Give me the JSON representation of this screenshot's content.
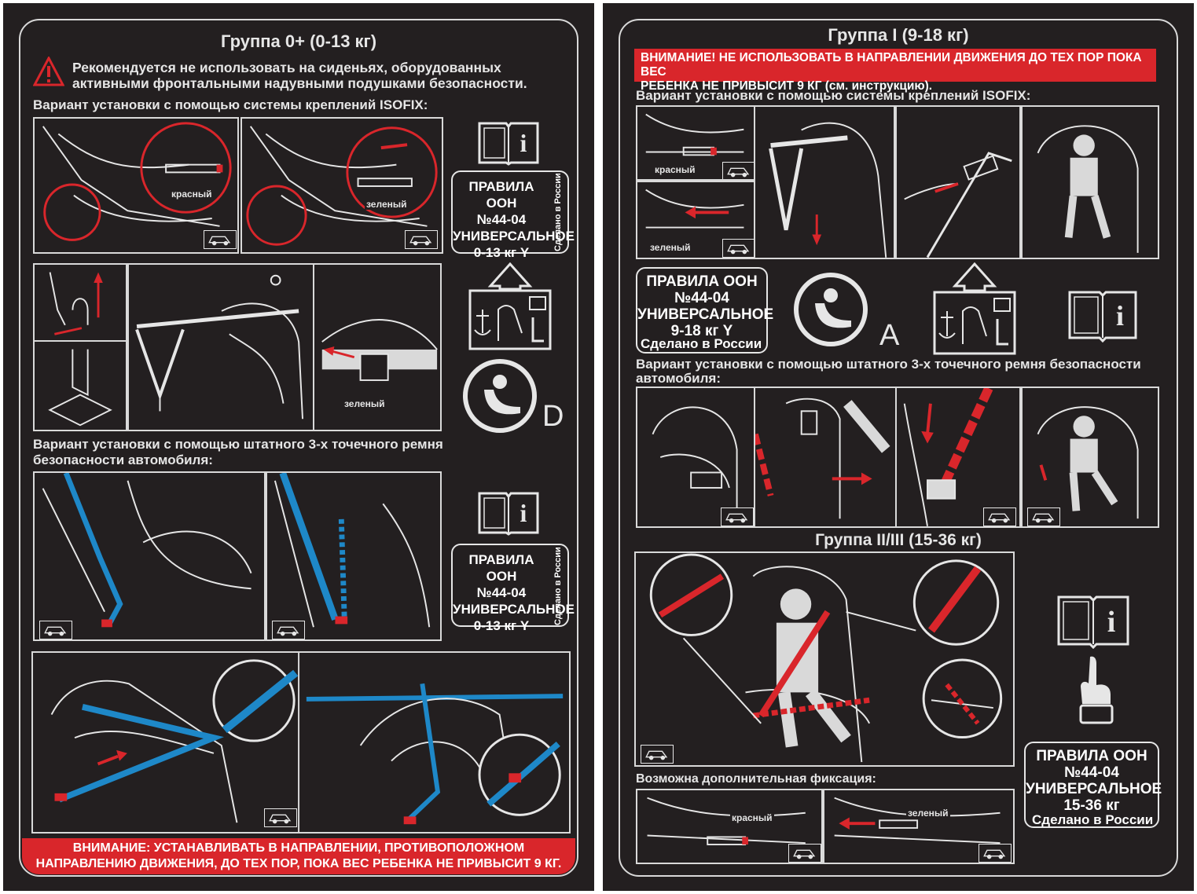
{
  "left": {
    "title": "Группа 0+ (0-13 кг)",
    "airbag_warning_line1": "Рекомендуется не использовать на сиденьях, оборудованных",
    "airbag_warning_line2": "активными фронтальными надувными подушками безопасности.",
    "isofix_label": "Вариант установки с помощью системы креплений ISOFIX:",
    "tag_red": "красный",
    "tag_green_1": "зеленый",
    "tag_green_2": "зеленый",
    "un_box_1": {
      "line1": "ПРАВИЛА ООН",
      "line2": "№44-04",
      "line3": "УНИВЕРСАЛЬНОЕ",
      "line4": "0-13 кг Y",
      "side": "Сделано в России"
    },
    "class_letter": "D",
    "belt_label_line1": "Вариант установки с помощью штатного 3-х точечного ремня",
    "belt_label_line2": "безопасности автомобиля:",
    "un_box_2": {
      "line1": "ПРАВИЛА ООН",
      "line2": "№44-04",
      "line3": "УНИВЕРСАЛЬНОЕ",
      "line4": "0-13 кг Y",
      "side": "Сделано в России"
    },
    "bottom_warning_line1": "ВНИМАНИЕ: УСТАНАВЛИВАТЬ В НАПРАВЛЕНИИ, ПРОТИВОПОЛОЖНОМ",
    "bottom_warning_line2": "НАПРАВЛЕНИЮ ДВИЖЕНИЯ, ДО ТЕХ ПОР, ПОКА ВЕС РЕБЕНКА НЕ ПРИВЫСИТ 9 КГ."
  },
  "right": {
    "title": "Группа I (9-18 кг)",
    "warning_line1": "ВНИМАНИЕ! НЕ ИСПОЛЬЗОВАТЬ В НАПРАВЛЕНИИ ДВИЖЕНИЯ ДО ТЕХ ПОР ПОКА ВЕС",
    "warning_line2": "РЕБЕНКА НЕ ПРИВЫСИТ 9 КГ (см. инструкцию).",
    "isofix_label": "Вариант установки с помощью системы креплений ISOFIX:",
    "tag_red": "красный",
    "tag_green": "зеленый",
    "un_box_1": {
      "line1": "ПРАВИЛА ООН",
      "line2": "№44-04",
      "line3": "УНИВЕРСАЛЬНОЕ",
      "line4": "9-18 кг Y",
      "foot": "Сделано в России"
    },
    "class_letter": "A",
    "belt_label_line1": "Вариант установки с помощью штатного 3-х точечного ремня безопасности",
    "belt_label_line2": "автомобиля:",
    "group23_title": "Группа II/III (15-36 кг)",
    "extra_label": "Возможна дополнительная фиксация:",
    "tag_red_2": "красный",
    "tag_green_2": "зеленый",
    "un_box_2": {
      "line1": "ПРАВИЛА ООН",
      "line2": "№44-04",
      "line3": "УНИВЕРСАЛЬНОЕ",
      "line4": "15-36 кг",
      "foot": "Сделано в России"
    }
  },
  "colors": {
    "background": "#231f20",
    "line": "#d9d9d9",
    "warning_red": "#d9262b",
    "belt_blue": "#1e88c8"
  }
}
